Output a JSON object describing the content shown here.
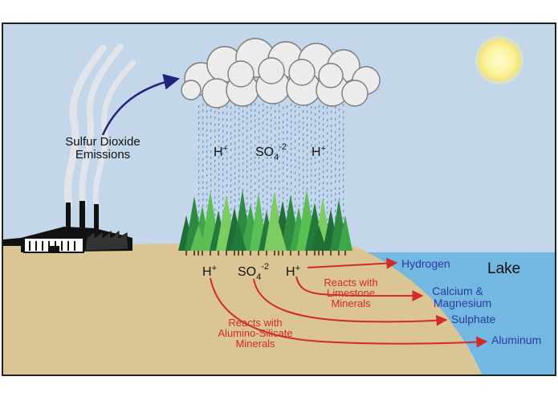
{
  "labels": {
    "emissions_line1": "Sulfur Dioxide",
    "emissions_line2": "Emissions",
    "rain_h_left": "H",
    "rain_h_left_sup": "+",
    "rain_so4": "SO",
    "rain_so4_sub": "4",
    "rain_so4_sup": "-2",
    "rain_h_right": "H",
    "rain_h_right_sup": "+",
    "ground_h_left": "H",
    "ground_h_left_sup": "+",
    "ground_so4": "SO",
    "ground_so4_sub": "4",
    "ground_so4_sup": "-2",
    "ground_h_right": "H",
    "ground_h_right_sup": "+",
    "lake": "Lake",
    "hydrogen": "Hydrogen",
    "calcium_line1": "Calcium &",
    "calcium_line2": "Magnesium",
    "sulphate": "Sulphate",
    "aluminum": "Aluminum",
    "limestone_line1": "Reacts with",
    "limestone_line2": "Limestone",
    "limestone_line3": "Minerals",
    "alumino_line1": "Reacts with",
    "alumino_line2": "Alumino-Silicate",
    "alumino_line3": "Minerals"
  },
  "colors": {
    "sky": "#c3d6ea",
    "ground": "#dcc594",
    "lake": "#72b8e2",
    "reaction_arrow": "#d32a2a",
    "reaction_text": "#d32a2a",
    "product_text": "#2c3a9c",
    "emission_arrow": "#23237a",
    "sun": "#fbf4a0",
    "rain": "#5a84c2"
  },
  "icons": [
    "factory-icon",
    "sun-icon",
    "cloud-icon",
    "forest-icon",
    "smoke-icon"
  ]
}
